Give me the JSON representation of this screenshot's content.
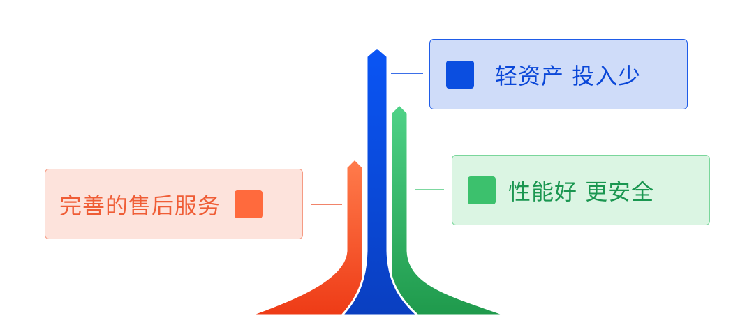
{
  "cards": [
    {
      "id": "top",
      "label": "轻资产 投入少",
      "color": "#0b4ee0"
    },
    {
      "id": "middle",
      "label": "性能好 更安全",
      "color": "#3cc16d"
    },
    {
      "id": "left",
      "label": "完善的售后服务",
      "color": "#ff6a3d"
    }
  ],
  "arrows": {
    "blue": "#0b4ee0",
    "green": "#3cc16d",
    "orange": "#ff6a3d"
  }
}
